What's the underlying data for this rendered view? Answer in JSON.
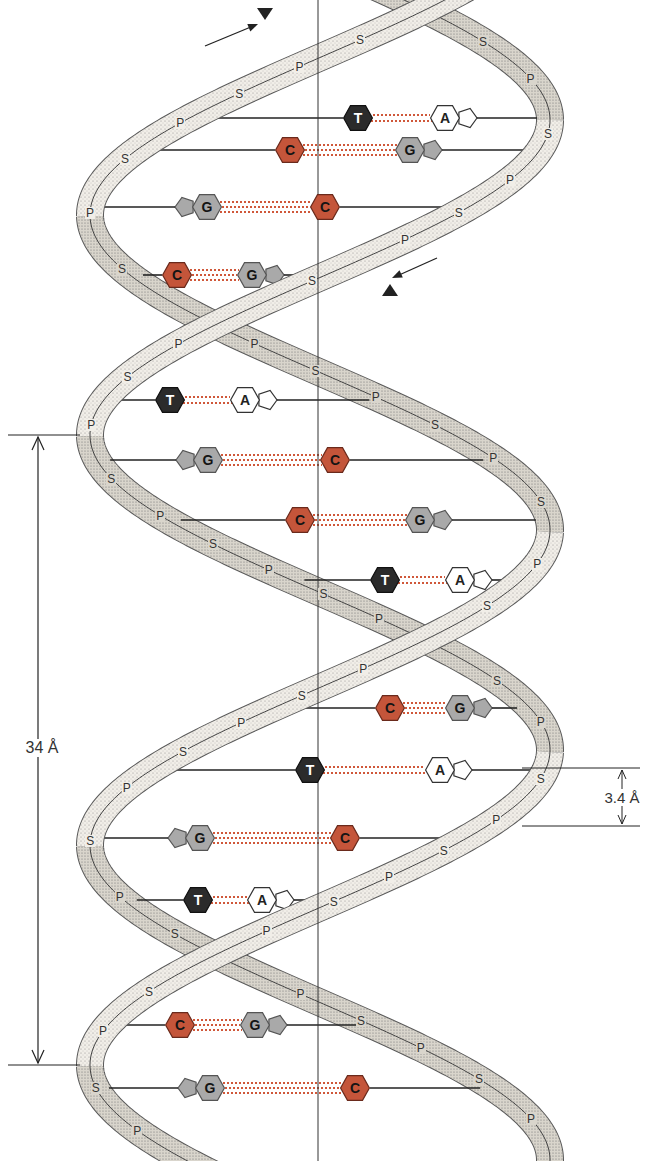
{
  "diagram": {
    "nodes": [
      {
        "text": [
          "T"
        ]
      },
      {
        "text": [
          "A"
        ]
      },
      {
        "text": [
          "C"
        ]
      },
      {
        "text": [
          "G"
        ]
      },
      {
        "text": [
          "G"
        ]
      },
      {
        "text": [
          "C"
        ]
      },
      {
        "text": [
          "C"
        ]
      },
      {
        "text": [
          "G"
        ]
      },
      {
        "text": [
          "T"
        ]
      },
      {
        "text": [
          "A"
        ]
      },
      {
        "text": [
          "G"
        ]
      },
      {
        "text": [
          "C"
        ]
      },
      {
        "text": [
          "C"
        ]
      },
      {
        "text": [
          "G"
        ]
      },
      {
        "text": [
          "T"
        ]
      },
      {
        "text": [
          "A"
        ]
      },
      {
        "text": [
          "C"
        ]
      },
      {
        "text": [
          "G"
        ]
      },
      {
        "text": [
          "T"
        ]
      },
      {
        "text": [
          "A"
        ]
      },
      {
        "text": [
          "G"
        ]
      },
      {
        "text": [
          "C"
        ]
      },
      {
        "text": [
          "T"
        ]
      },
      {
        "text": [
          "A"
        ]
      },
      {
        "text": [
          "C"
        ]
      },
      {
        "text": [
          "G"
        ]
      },
      {
        "text": [
          "G"
        ]
      },
      {
        "text": [
          "C"
        ]
      }
    ],
    "edges": [
      {
        "from": 0,
        "to": 1,
        "arrow": "none"
      },
      {
        "from": 2,
        "to": 3,
        "arrow": "none"
      },
      {
        "from": 4,
        "to": 5,
        "arrow": "none"
      },
      {
        "from": 6,
        "to": 7,
        "arrow": "none"
      },
      {
        "from": 8,
        "to": 9,
        "arrow": "none"
      },
      {
        "from": 10,
        "to": 11,
        "arrow": "none"
      },
      {
        "from": 12,
        "to": 13,
        "arrow": "none"
      },
      {
        "from": 14,
        "to": 15,
        "arrow": "none"
      },
      {
        "from": 16,
        "to": 17,
        "arrow": "none"
      },
      {
        "from": 18,
        "to": 19,
        "arrow": "none"
      },
      {
        "from": 20,
        "to": 21,
        "arrow": "none"
      },
      {
        "from": 22,
        "to": 23,
        "arrow": "none"
      },
      {
        "from": 24,
        "to": 25,
        "arrow": "none"
      },
      {
        "from": 26,
        "to": 27,
        "arrow": "none"
      }
    ],
    "labels": [
      "34 Å",
      "3.4 Å",
      "S",
      "P",
      "S",
      "P",
      "S",
      "P",
      "S",
      "P",
      "S",
      "P",
      "S",
      "P",
      "S",
      "P",
      "S",
      "P",
      "S",
      "P",
      "S",
      "P",
      "S",
      "P",
      "S",
      "P",
      "S",
      "P",
      "S",
      "P",
      "S",
      "P",
      "S",
      "P",
      "S",
      "P",
      "S",
      "P",
      "S",
      "P",
      "S",
      "P",
      "S",
      "P",
      "S",
      "P",
      "S",
      "P",
      "S",
      "P",
      "S",
      "P",
      "S",
      "P",
      "S",
      "P",
      "S",
      "P"
    ]
  }
}
